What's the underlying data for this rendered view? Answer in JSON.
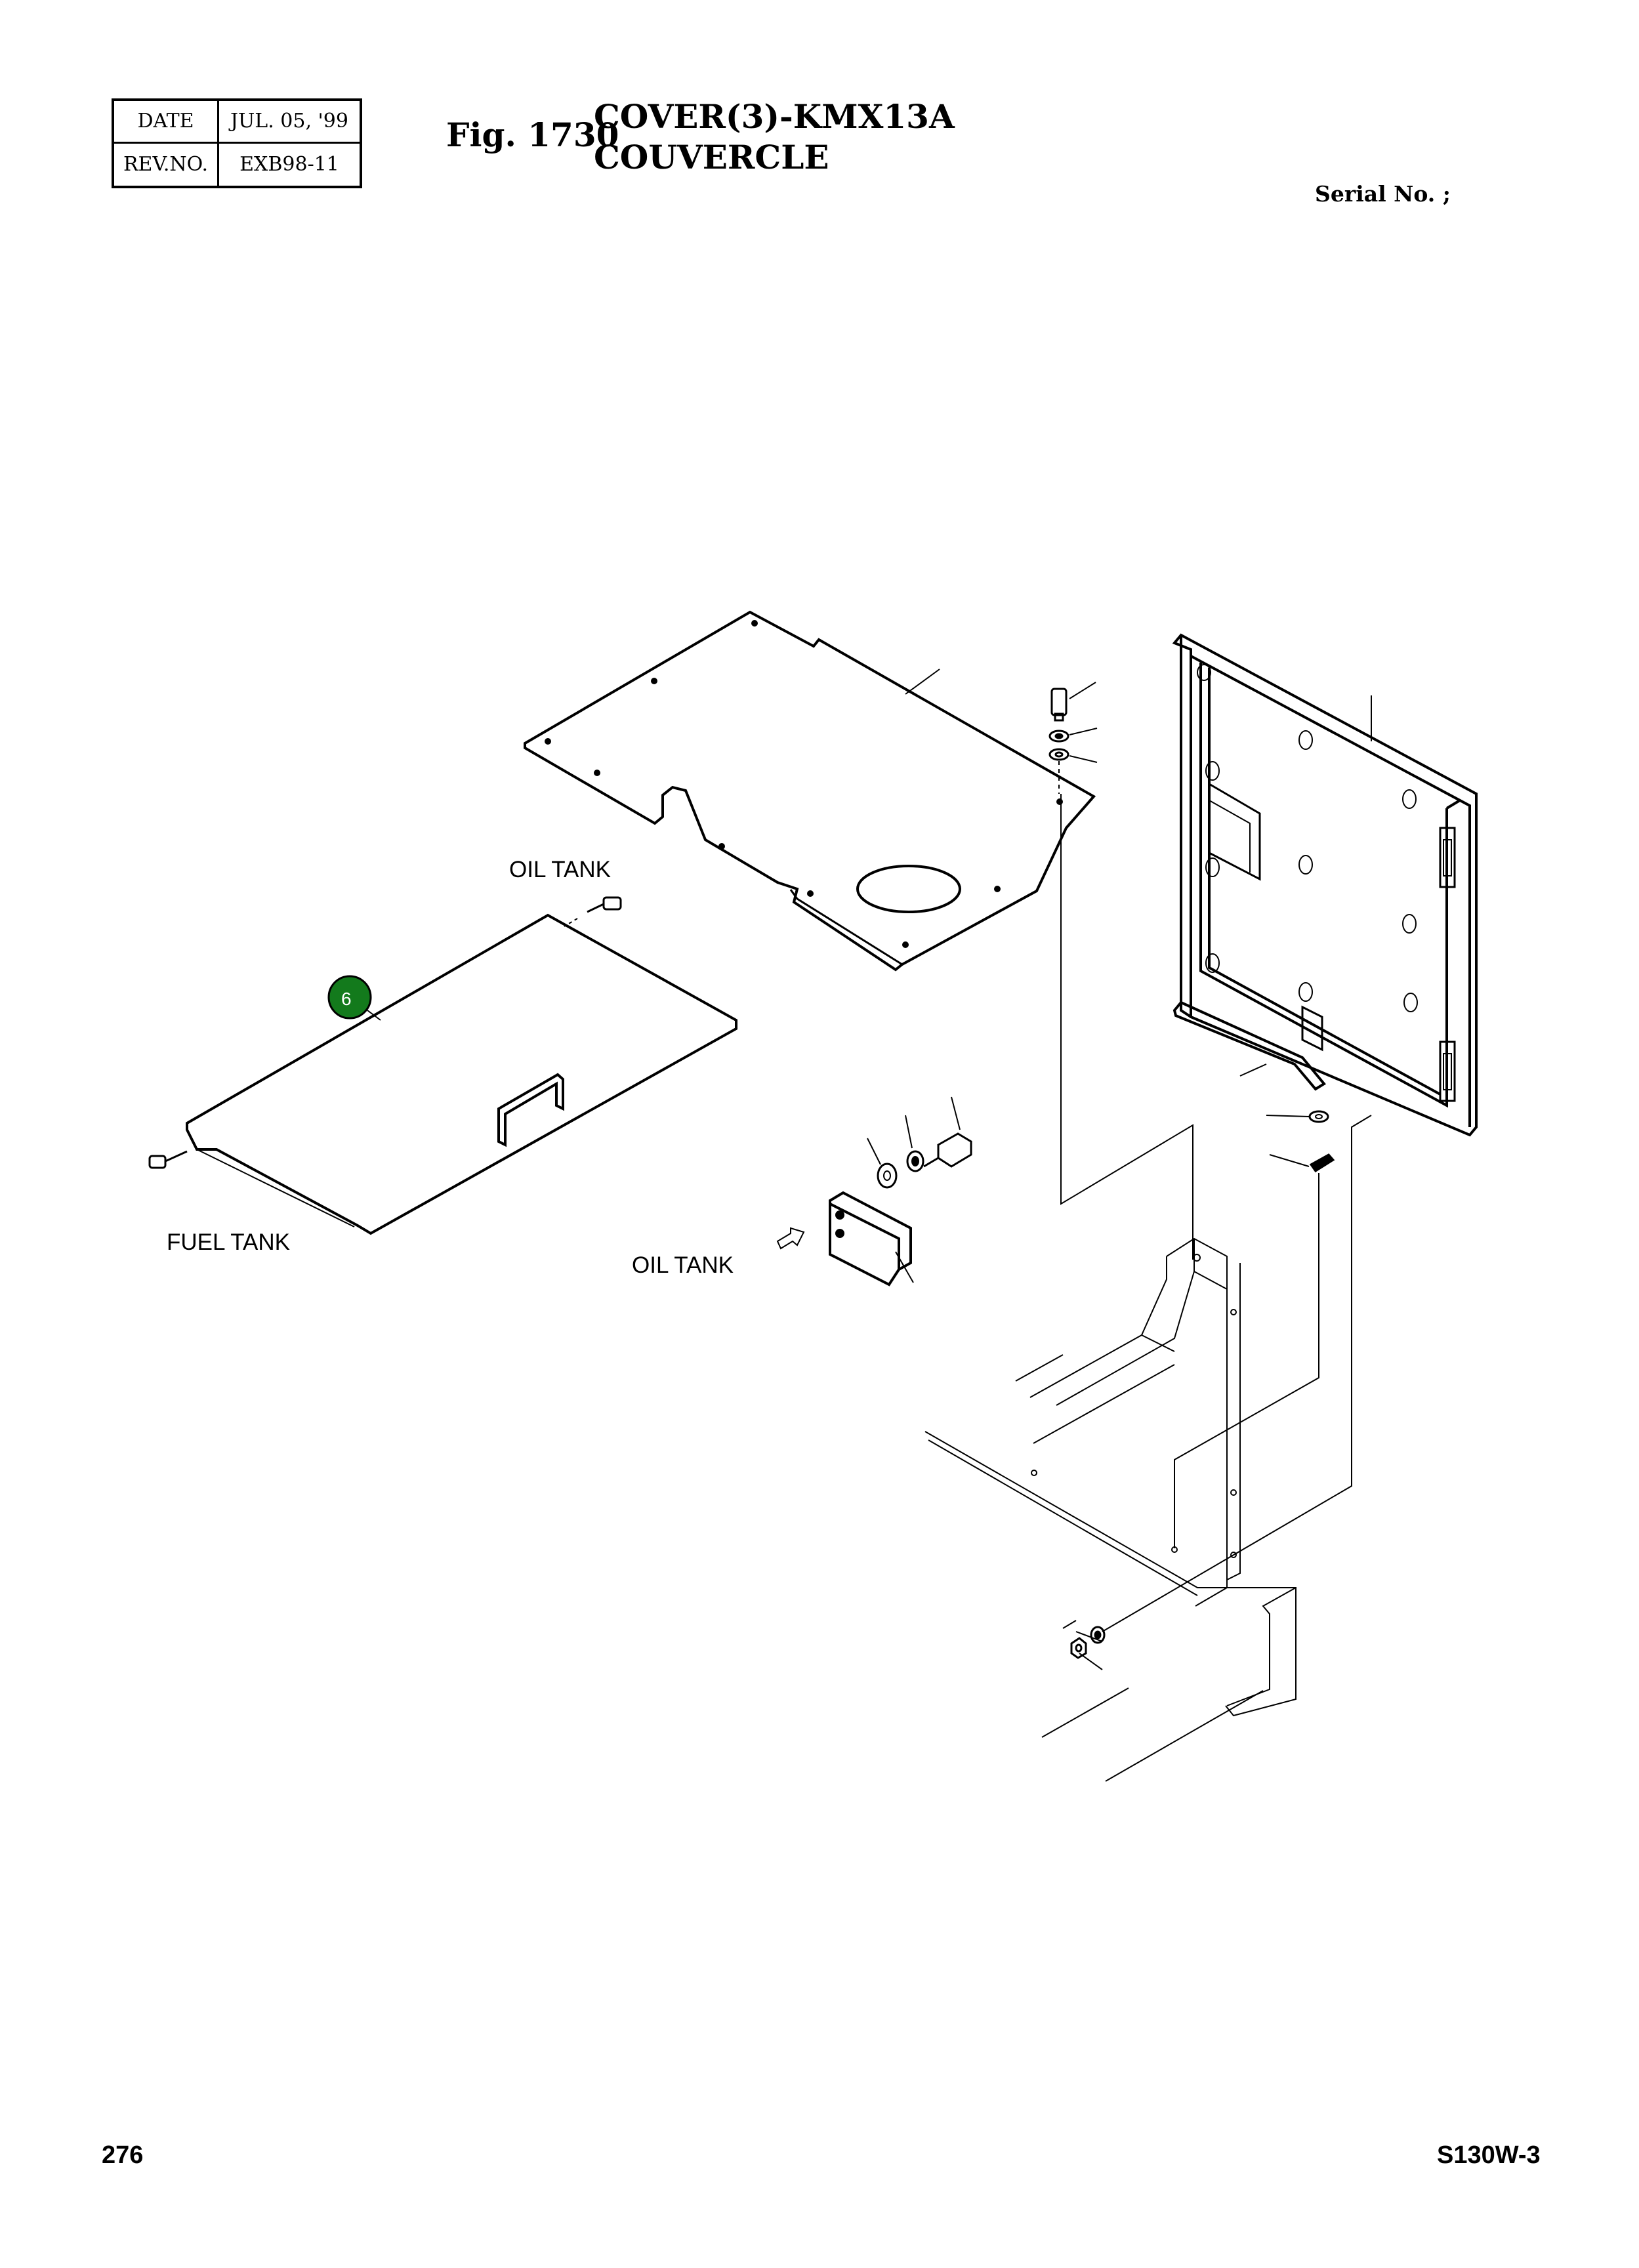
{
  "header": {
    "date_label": "DATE",
    "date_value": "JUL. 05, '99",
    "rev_label": "REV.NO.",
    "rev_value": "EXB98-11"
  },
  "figure": {
    "number": "Fig. 1730",
    "title_line1": "COVER(3)-KMX13A",
    "title_line2": "COUVERCLE"
  },
  "serial_label": "Serial No. ;",
  "labels": {
    "oil_tank_top": "OIL TANK",
    "oil_tank_bottom": "OIL TANK",
    "fuel_tank": "FUEL TANK"
  },
  "callout": {
    "number": "6",
    "color": "#137a1c"
  },
  "footer": {
    "page_number": "276",
    "model": "S130W-3"
  }
}
